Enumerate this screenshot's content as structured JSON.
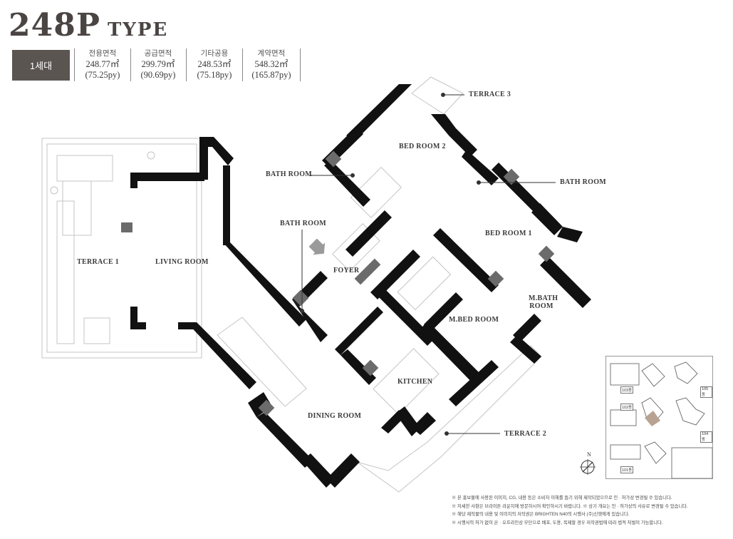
{
  "header": {
    "unit_number": "248P",
    "unit_type": "TYPE"
  },
  "household_badge": "1세대",
  "areas": [
    {
      "label": "전용면적",
      "sqm": "248.77㎡",
      "py": "(75.25py)"
    },
    {
      "label": "공급면적",
      "sqm": "299.79㎡",
      "py": "(90.69py)"
    },
    {
      "label": "기타공용",
      "sqm": "248.53㎡",
      "py": "(75.18py)"
    },
    {
      "label": "계약면적",
      "sqm": "548.32㎡",
      "py": "(165.87py)"
    }
  ],
  "rooms": {
    "terrace1": "TERRACE 1",
    "living": "LIVING ROOM",
    "bath_left": "BATH ROOM",
    "bath_upper": "BATH ROOM",
    "bath_right": "BATH ROOM",
    "bed2": "BED ROOM 2",
    "terrace3": "TERRACE 3",
    "bed1": "BED ROOM 1",
    "foyer": "FOYER",
    "mbath_line1": "M.BATH",
    "mbath_line2": "ROOM",
    "mbed": "M.BED ROOM",
    "kitchen": "KITCHEN",
    "dining": "DINING ROOM",
    "terrace2": "TERRACE 2"
  },
  "keyplan": {
    "labels": [
      "103동",
      "105동",
      "102동",
      "104동",
      "101동"
    ],
    "compass": "N"
  },
  "notes": [
    "※  본 홍보물에 사용된 이미지, CG, 내용 등은 소비자 이해를 돕기 위해 제작되었으므로 인 · 허가상 변경될 수 있습니다.",
    "※  자세한 사항은 브라이튼 라운지에 방문하시어 확인하시기 바랍니다.  ※  상기 개요는 인 · 허가상의 사유로 변경될 수 있습니다.",
    "※  해당 제작물의 내용 및 이미지의 저작권은 BRIGHTEN N40의 시행사 (주)신영에게 있습니다.",
    "※  시행사의 허가 없이 온 · 오프라인상 무단으로 배포, 도용, 복제할 경우 저작권법에 따라 법적 처벌이 가능합니다."
  ],
  "colors": {
    "wall": "#111111",
    "badge": "#5b5552",
    "column": "#666666",
    "highlight": "#b8a392"
  }
}
